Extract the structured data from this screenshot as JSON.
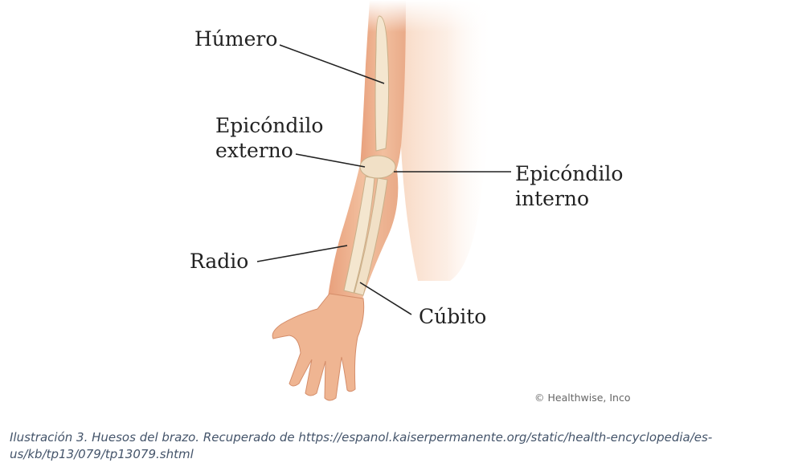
{
  "figure": {
    "labels": {
      "humero": "Húmero",
      "epicondilo_externo_1": "Epicóndilo",
      "epicondilo_externo_2": "externo",
      "epicondilo_interno_1": "Epicóndilo",
      "epicondilo_interno_2": "interno",
      "radio": "Radio",
      "cubito": "Cúbito"
    },
    "credit": "© Healthwise, Inco"
  },
  "caption": "Ilustración 3. Huesos del brazo. Recuperado de https://espanol.kaiserpermanente.org/static/health-encyclopedia/es-us/kb/tp13/079/tp13079.shtml"
}
